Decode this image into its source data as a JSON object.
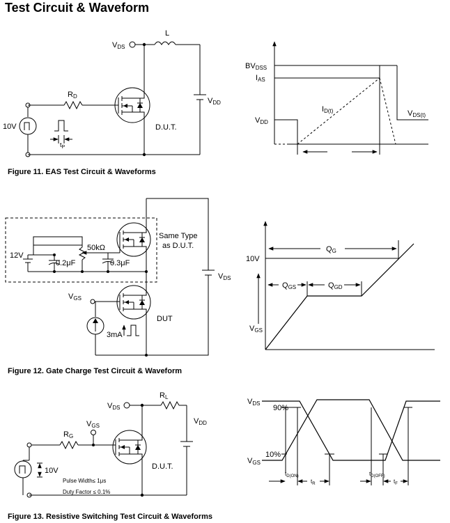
{
  "page": {
    "title": "Test Circuit & Waveform"
  },
  "figures": [
    {
      "caption": "Figure 11. EAS Test Circuit & Waveforms"
    },
    {
      "caption": "Figure 12. Gate Charge Test Circuit & Waveform"
    },
    {
      "caption": "Figure 13.  Resistive Switching Test Circuit & Waveforms"
    }
  ],
  "fig11": {
    "circuit": {
      "vds_main": "V",
      "vds_sub": "DS",
      "inductor": "L",
      "rd_main": "R",
      "rd_sub": "D",
      "vdd_main": "V",
      "vdd_sub": "DD",
      "source": "10V",
      "pulse_main": "t",
      "pulse_sub": "P",
      "dut": "D.U.T."
    },
    "waveform": {
      "bvdss_main": "BV",
      "bvdss_sub": "DSS",
      "ias_main": "I",
      "ias_sub": "AS",
      "id_main": "I",
      "id_sub": "D(t)",
      "vdd_main": "V",
      "vdd_sub": "DD",
      "vdst_main": "V",
      "vdst_sub": "DS(t)"
    }
  },
  "fig12": {
    "circuit": {
      "v12": "12V",
      "c1": "0.2μF",
      "pot": "50kΩ",
      "c2": "0.3μF",
      "same_type_1": "Same Type",
      "same_type_2": "as D.U.T.",
      "vds_main": "V",
      "vds_sub": "DS",
      "vgs_main": "V",
      "vgs_sub": "GS",
      "current": "3mA",
      "dut": "DUT"
    },
    "waveform": {
      "v10": "10V",
      "qg_main": "Q",
      "qg_sub": "G",
      "qgs_main": "Q",
      "qgs_sub": "GS",
      "qgd_main": "Q",
      "qgd_sub": "GD",
      "vgs_main": "V",
      "vgs_sub": "GS"
    }
  },
  "fig13": {
    "circuit": {
      "vds_main": "V",
      "vds_sub": "DS",
      "rl_main": "R",
      "rl_sub": "L",
      "vdd_main": "V",
      "vdd_sub": "DD",
      "vgs_main": "V",
      "vgs_sub": "GS",
      "rg_main": "R",
      "rg_sub": "G",
      "source": "10V",
      "pulse_width": "Pulse Width≤ 1μs",
      "duty": "Duty Factor ≤ 0.1%",
      "dut": "D.U.T."
    },
    "waveform": {
      "vds_main": "V",
      "vds_sub": "DS",
      "p90": "90%",
      "p10": "10%",
      "vgs_main": "V",
      "vgs_sub": "GS",
      "tdon_main": "t",
      "tdon_sub": "D(ON)",
      "tr_main": "t",
      "tr_sub": "R",
      "tdoff_main": "t",
      "tdoff_sub": "D(OFF)",
      "tf_main": "t",
      "tf_sub": "F"
    }
  }
}
